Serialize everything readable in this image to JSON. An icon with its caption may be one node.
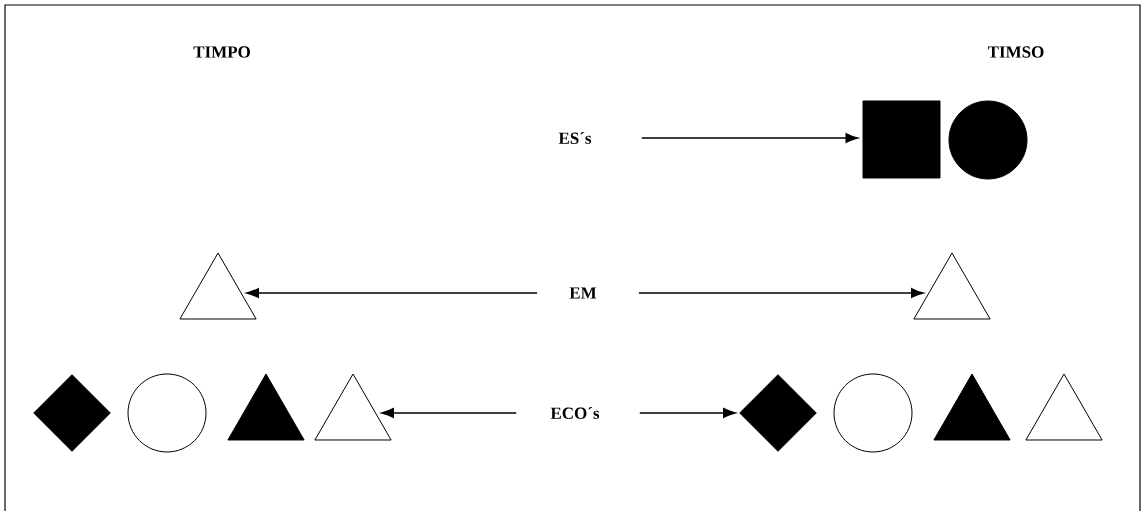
{
  "diagram": {
    "nodes": [
      {
        "text": [
          "ES´s"
        ]
      },
      {
        "text": [],
        "shape": "box"
      },
      {
        "text": [],
        "shape": "circle"
      },
      {
        "text": [],
        "shape": "triangle"
      },
      {
        "text": [
          "EM"
        ]
      },
      {
        "text": [],
        "shape": "triangle"
      },
      {
        "text": [],
        "shape": "diamond"
      },
      {
        "text": [],
        "shape": "circle"
      },
      {
        "text": [],
        "shape": "triangle"
      },
      {
        "text": [],
        "shape": "triangle"
      },
      {
        "text": [
          "ECO´s"
        ]
      },
      {
        "text": [],
        "shape": "diamond"
      },
      {
        "text": [],
        "shape": "circle"
      },
      {
        "text": [],
        "shape": "triangle"
      },
      {
        "text": [],
        "shape": "triangle"
      }
    ],
    "edges": [
      {
        "from": 0,
        "to": 1,
        "arrow": "to"
      },
      {
        "from": 4,
        "to": 3,
        "arrow": "to"
      },
      {
        "from": 4,
        "to": 5,
        "arrow": "to"
      },
      {
        "from": 10,
        "to": 9,
        "arrow": "to"
      },
      {
        "from": 10,
        "to": 11,
        "arrow": "to"
      }
    ],
    "labels": [
      "TIMPO",
      "TIMSO"
    ]
  }
}
